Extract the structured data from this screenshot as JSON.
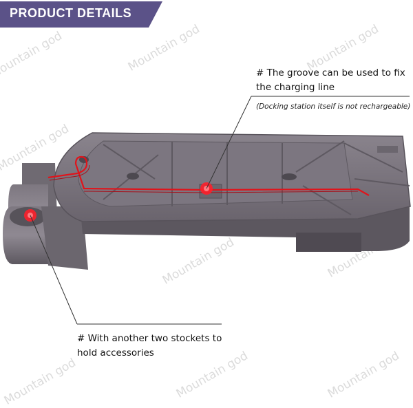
{
  "header": {
    "title": "PRODUCT DETAILS"
  },
  "callouts": {
    "groove_line1": "# The groove can be used to fix",
    "groove_line2": "the charging line",
    "docking_note": "(Docking station itself is not rechargeable)",
    "sockets_line1": "# With another two stockets to",
    "sockets_line2": "hold accessories"
  },
  "watermark": {
    "text": "Mountain god"
  },
  "colors": {
    "banner": "#5b5288",
    "product": "#77717a",
    "groove_line": "#e0141b",
    "hotspot": "#ff1f2a"
  }
}
